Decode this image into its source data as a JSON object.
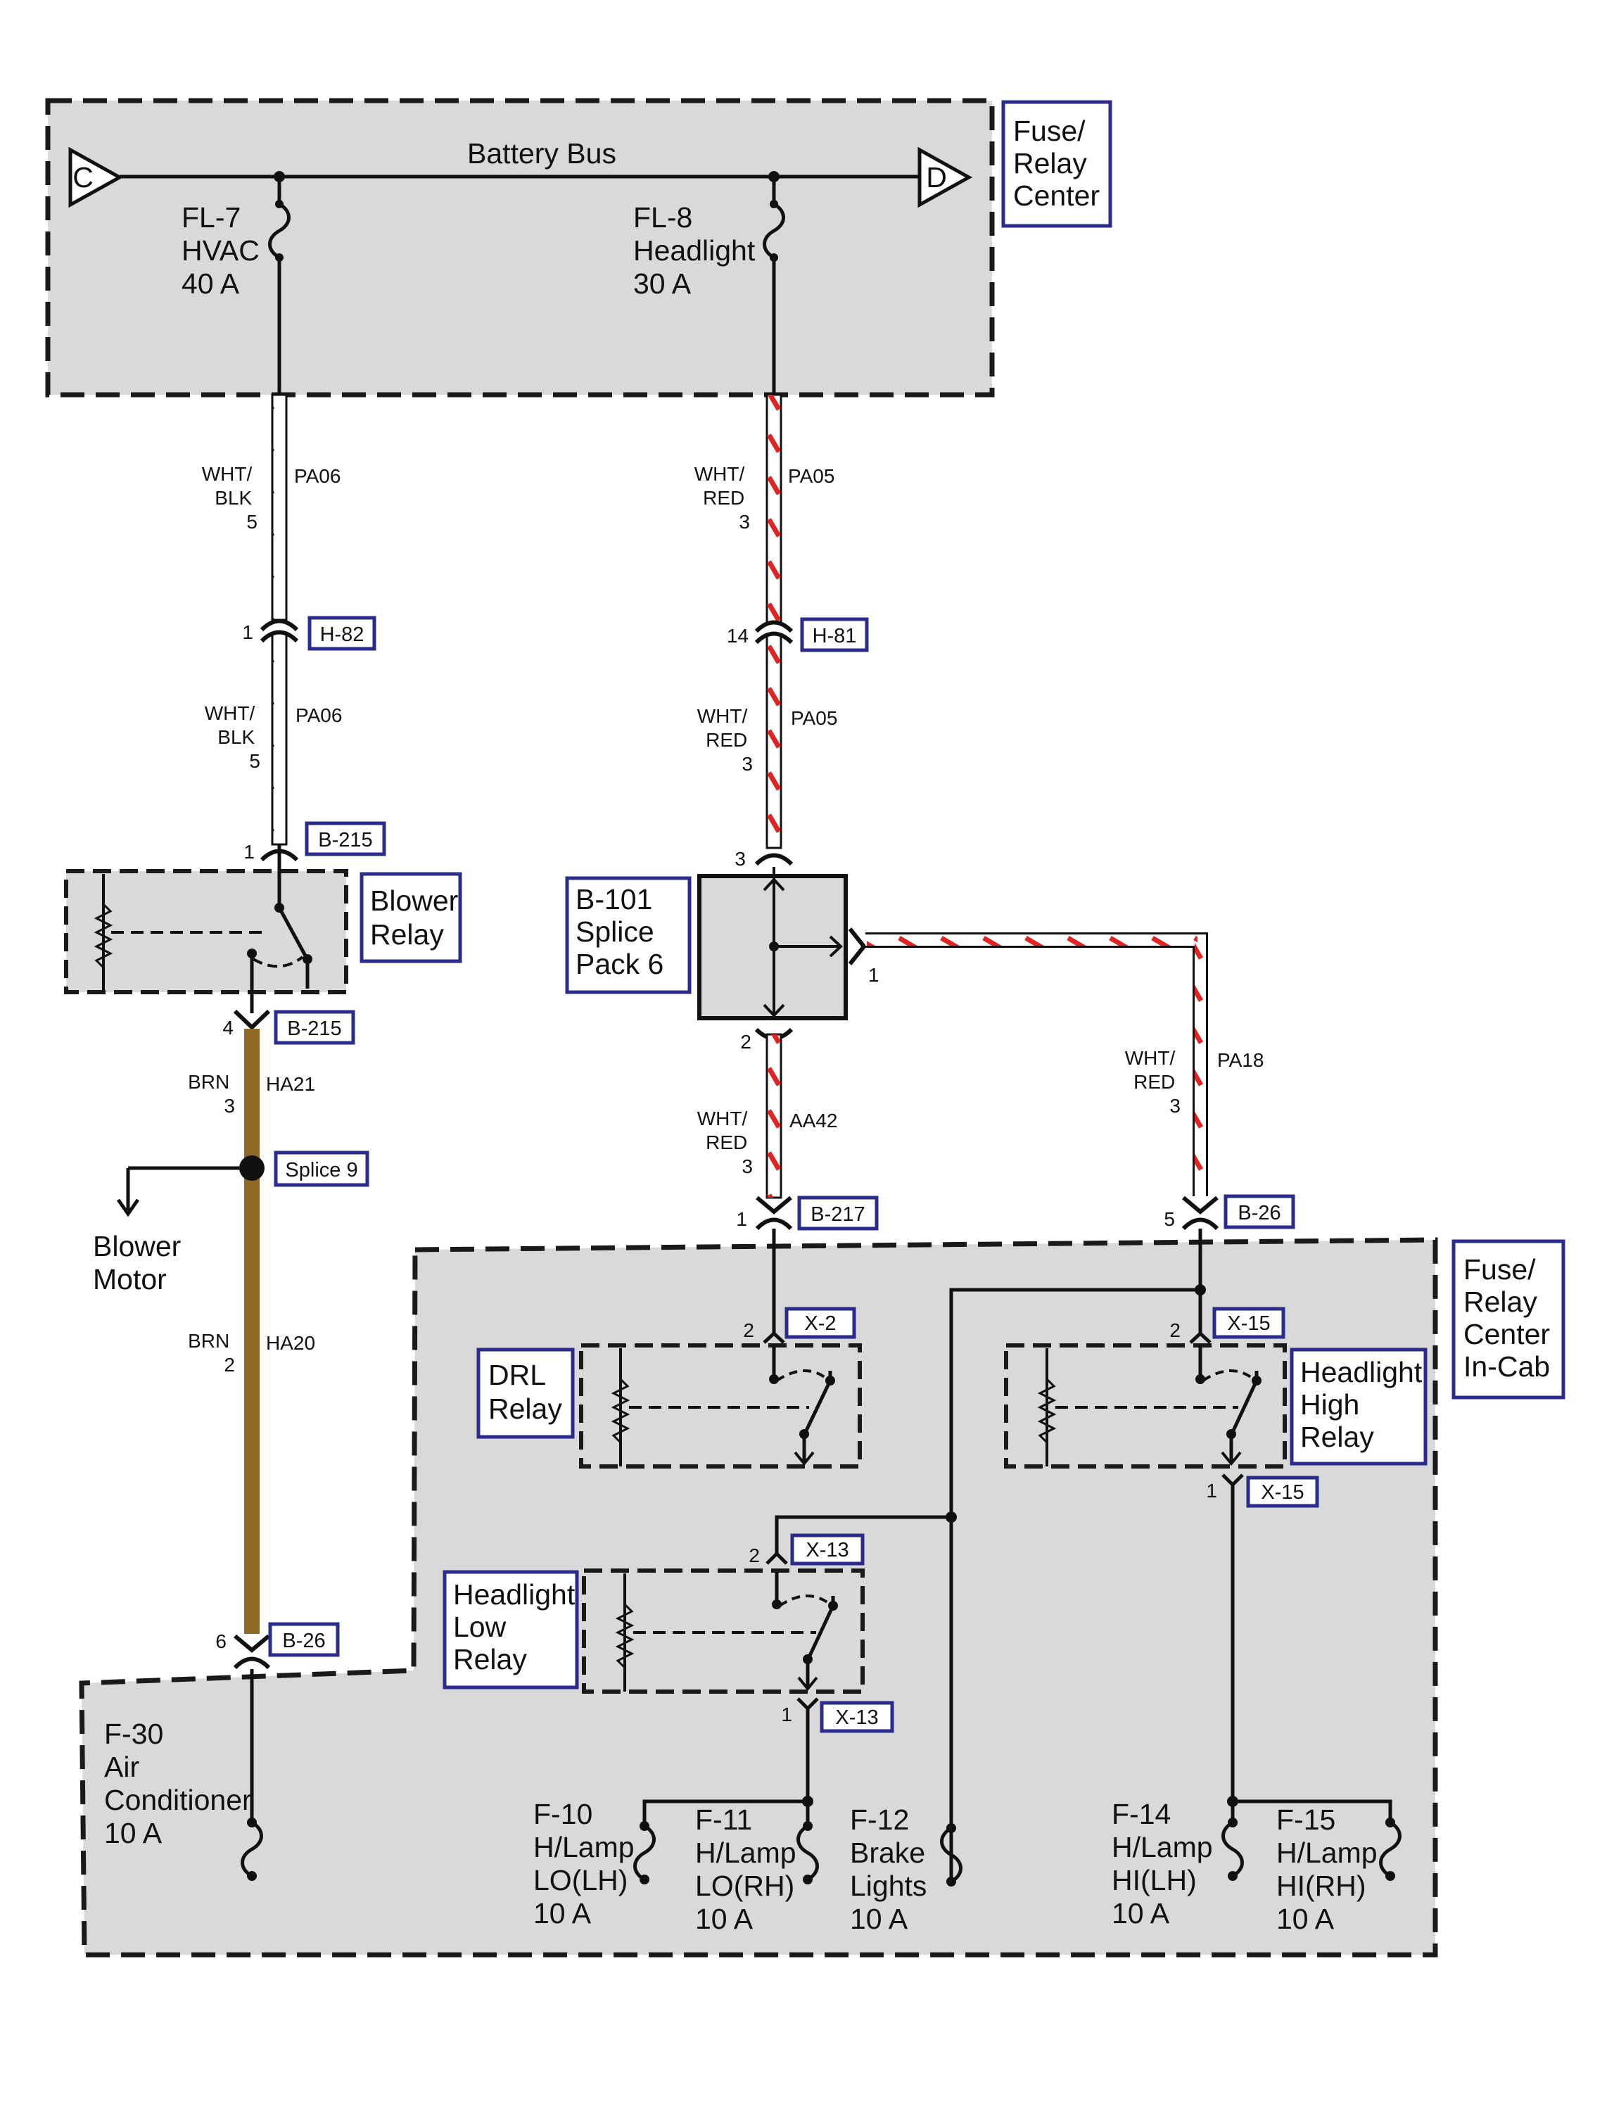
{
  "colors": {
    "module_fill": "#d9d9d9",
    "border_dash": "#1a1a1a",
    "tag_border": "#2b2b8c",
    "wire_white": "#ffffff",
    "stripe_black": "#111111",
    "stripe_red": "#e02424",
    "wire_brown": "#8f6a28"
  },
  "top_module": {
    "bus_label": "Battery Bus",
    "left_terminal": "C",
    "right_terminal": "D",
    "title": [
      "Fuse/",
      "Relay",
      "Center"
    ],
    "fuse_hvac": [
      "FL-7",
      "HVAC",
      "40 A"
    ],
    "fuse_headlight": [
      "FL-8",
      "Headlight",
      "30 A"
    ]
  },
  "wire_labels": {
    "pa06_upper": {
      "color": [
        "WHT/",
        "BLK",
        "5"
      ],
      "circuit": "PA06"
    },
    "pa06_lower": {
      "color": [
        "WHT/",
        "BLK",
        "5"
      ],
      "circuit": "PA06"
    },
    "pa05_upper": {
      "color": [
        "WHT/",
        "RED",
        "3"
      ],
      "circuit": "PA05"
    },
    "pa05_lower": {
      "color": [
        "WHT/",
        "RED",
        "3"
      ],
      "circuit": "PA05"
    },
    "aa42": {
      "color": [
        "WHT/",
        "RED",
        "3"
      ],
      "circuit": "AA42"
    },
    "pa18": {
      "color": [
        "WHT/",
        "RED",
        "3"
      ],
      "circuit": "PA18"
    },
    "ha21": {
      "color": [
        "BRN",
        "3"
      ],
      "circuit": "HA21"
    },
    "ha20": {
      "color": [
        "BRN",
        "2"
      ],
      "circuit": "HA20"
    }
  },
  "connectors": {
    "h82": {
      "tag": "H-82",
      "pin": "1"
    },
    "h81": {
      "tag": "H-81",
      "pin": "14"
    },
    "b215_top": {
      "tag": "B-215",
      "pin": "1"
    },
    "b215_bottom": {
      "tag": "B-215",
      "pin": "4"
    },
    "splice9": {
      "tag": "Splice 9"
    },
    "b26_left": {
      "tag": "B-26",
      "pin": "6"
    },
    "b217": {
      "tag": "B-217",
      "pin": "1"
    },
    "b26_right": {
      "tag": "B-26",
      "pin": "5"
    },
    "x2": {
      "tag": "X-2",
      "pin": "2"
    },
    "x15_top": {
      "tag": "X-15",
      "pin": "2"
    },
    "x15_bottom": {
      "tag": "X-15",
      "pin": "1"
    },
    "x13_top": {
      "tag": "X-13",
      "pin": "2"
    },
    "x13_bottom": {
      "tag": "X-13",
      "pin": "1"
    }
  },
  "splice_pack": {
    "title": [
      "B-101",
      "Splice",
      "Pack 6"
    ],
    "pin_top": "3",
    "pin_right": "1",
    "pin_bottom": "2"
  },
  "blower_relay": {
    "title": [
      "Blower",
      "Relay"
    ]
  },
  "blower_motor": {
    "label": [
      "Blower",
      "Motor"
    ]
  },
  "incab_module": {
    "title": [
      "Fuse/",
      "Relay",
      "Center",
      "In-Cab"
    ]
  },
  "drl_relay": {
    "title": [
      "DRL",
      "Relay"
    ]
  },
  "headlight_high_relay": {
    "title": [
      "Headlight",
      "High",
      "Relay"
    ]
  },
  "headlight_low_relay": {
    "title": [
      "Headlight",
      "Low",
      "Relay"
    ]
  },
  "fuses_incab": {
    "f30": [
      "F-30",
      "Air",
      "Conditioner",
      "10 A"
    ],
    "f10": [
      "F-10",
      "H/Lamp",
      "LO(LH)",
      "10 A"
    ],
    "f11": [
      "F-11",
      "H/Lamp",
      "LO(RH)",
      "10 A"
    ],
    "f12": [
      "F-12",
      "Brake",
      "Lights",
      "10 A"
    ],
    "f14": [
      "F-14",
      "H/Lamp",
      "HI(LH)",
      "10 A"
    ],
    "f15": [
      "F-15",
      "H/Lamp",
      "HI(RH)",
      "10 A"
    ]
  }
}
